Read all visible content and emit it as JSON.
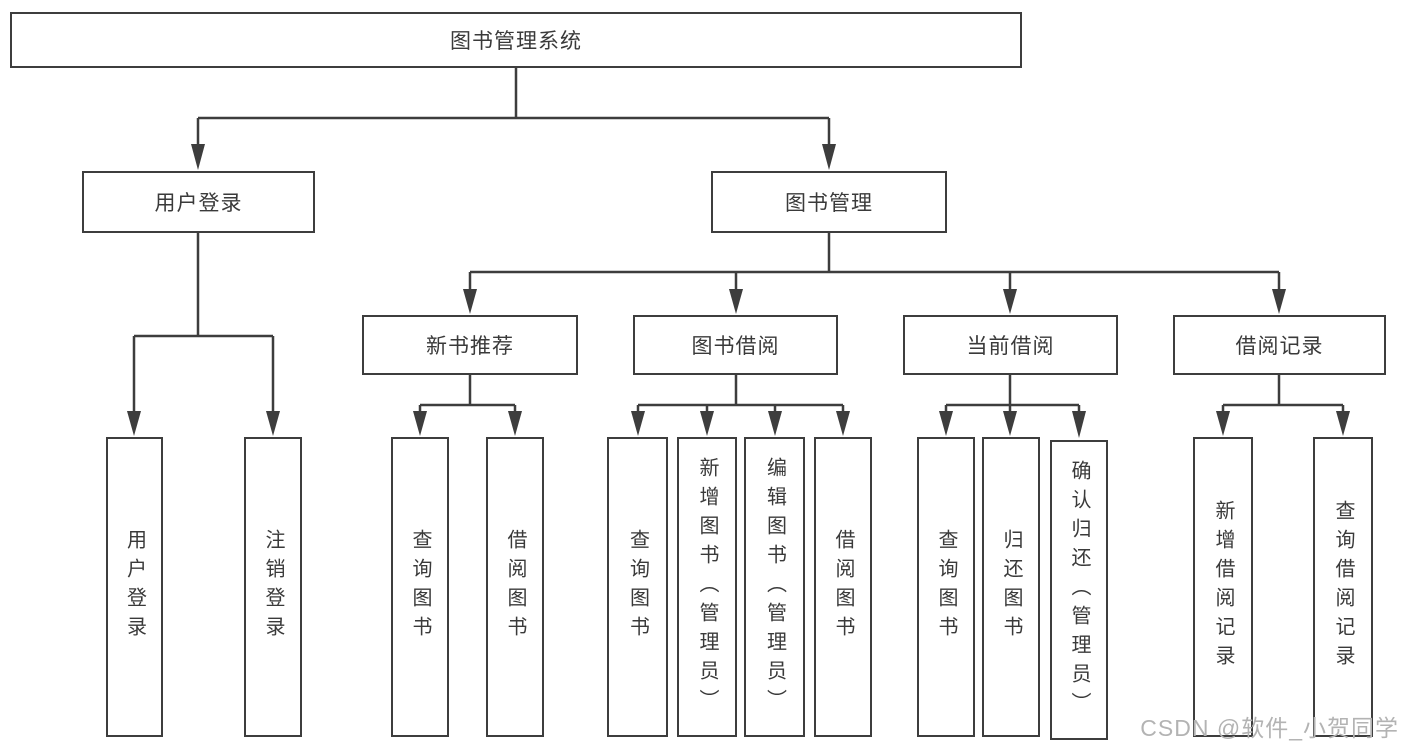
{
  "nodes": {
    "root": "图书管理系统",
    "user_login": "用户登录",
    "book_management": "图书管理",
    "new_book_recommendation": "新书推荐",
    "book_borrowing": "图书借阅",
    "current_borrowing": "当前借阅",
    "borrowing_records": "借阅记录",
    "user_login_leaf": "用户登录",
    "logout_leaf": "注销登录",
    "nbr_query_books": "查询图书",
    "nbr_borrow_books": "借阅图书",
    "bb_query_books": "查询图书",
    "bb_add_books_admin": "新增图书（管理员）",
    "bb_edit_books_admin": "编辑图书（管理员）",
    "bb_borrow_books": "借阅图书",
    "cb_query_books": "查询图书",
    "cb_return_books": "归还图书",
    "cb_confirm_return_admin": "确认归还（管理员）",
    "br_add_record": "新增借阅记录",
    "br_query_record": "查询借阅记录"
  },
  "watermark": {
    "text": "CSDN @软件_小贺同学"
  },
  "colors": {
    "line": "#3d3d3d",
    "box_border": "#3d3d3d",
    "text": "#3a3a3a",
    "watermark": "#b3b3b3",
    "background": "#ffffff"
  }
}
